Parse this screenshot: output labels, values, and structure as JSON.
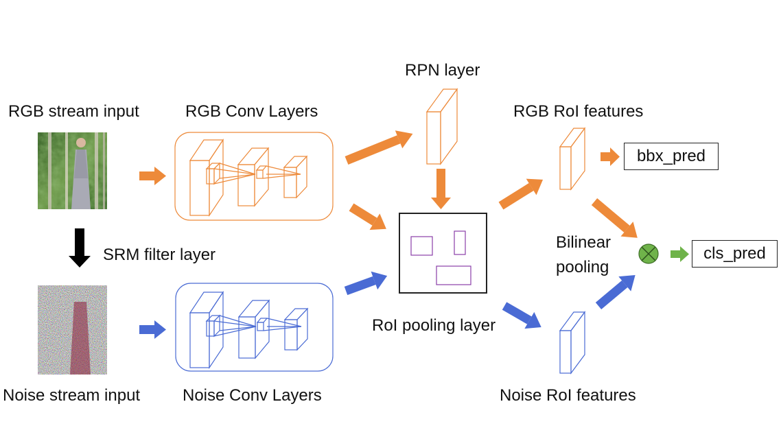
{
  "labels": {
    "rgb_input": "RGB stream input",
    "rgb_conv": "RGB Conv Layers",
    "rpn": "RPN layer",
    "rgb_roi": "RGB RoI features",
    "srm": "SRM filter layer",
    "noise_input": "Noise stream input",
    "noise_conv": "Noise Conv Layers",
    "roi_pool": "RoI pooling layer",
    "noise_roi": "Noise RoI features",
    "bilinear_line1": "Bilinear",
    "bilinear_line2": "pooling"
  },
  "outputs": {
    "bbx": "bbx_pred",
    "cls": "cls_pred"
  },
  "icons": {
    "combine": "circled-times-icon"
  },
  "colors": {
    "rgb_stream": "#ed8a3a",
    "noise_stream": "#4a6bd4",
    "output_arrow": "#6fb34a",
    "combine_node": "#6fb34a",
    "roi_boxes": "#8a3ea8",
    "srm_arrow": "#000000"
  }
}
